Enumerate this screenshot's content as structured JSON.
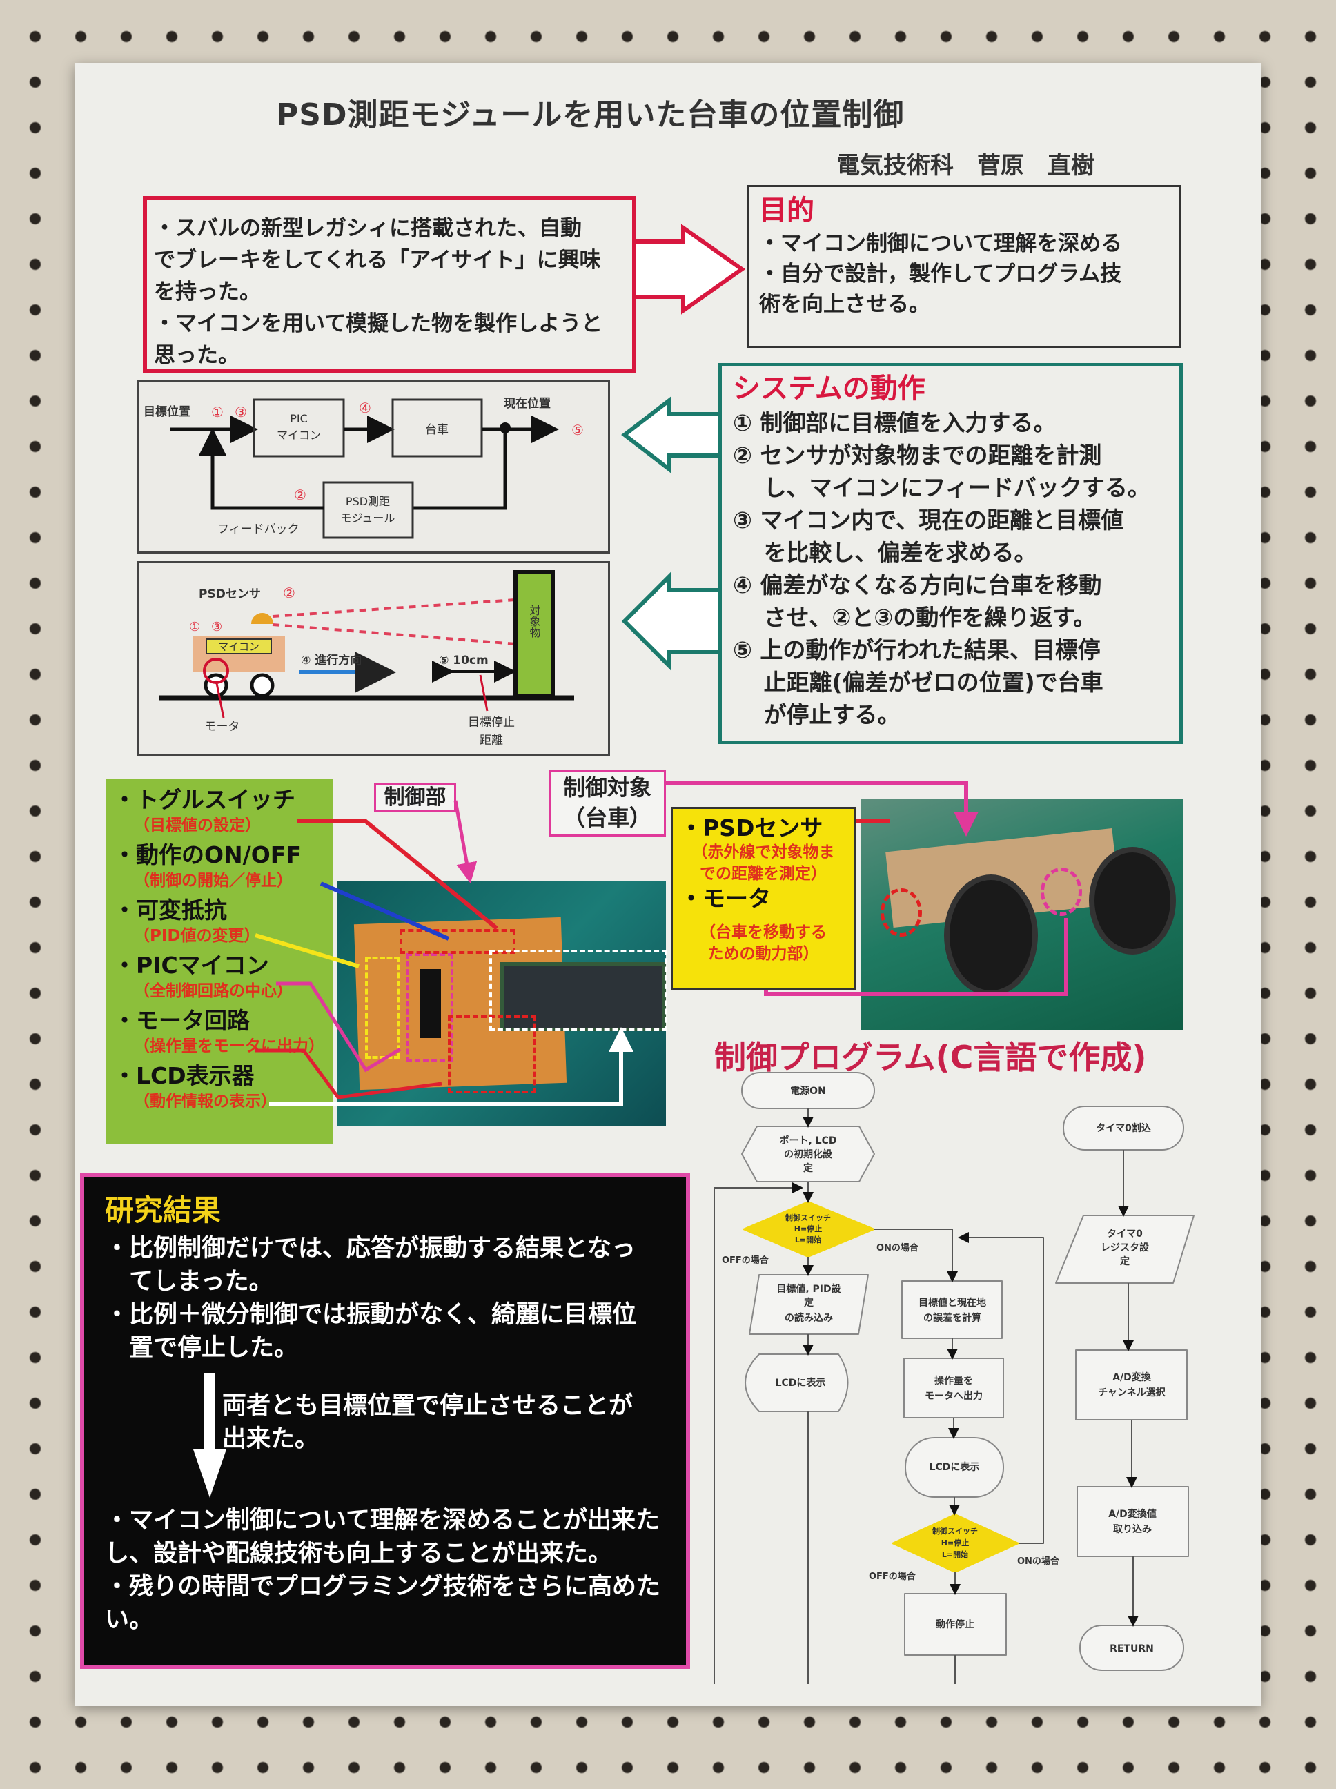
{
  "title": "PSD測距モジュールを用いた台車の位置制御",
  "author": "電気技術科　菅原　直樹",
  "intro": {
    "lines": [
      "・スバルの新型レガシィに搭載された、自動",
      "でブレーキをしてくれる「アイサイト」に興味",
      "を持った。",
      "・マイコンを用いて模擬した物を製作しようと",
      "思った。"
    ]
  },
  "purpose": {
    "heading": "目的",
    "lines": [
      "・マイコン制御について理解を深める",
      "・自分で設計，製作してプログラム技",
      "術を向上させる。"
    ]
  },
  "block_diagram": {
    "target": "目標位置",
    "n1": "①",
    "n2": "②",
    "n3": "③",
    "n4": "④",
    "n5": "⑤",
    "pic": [
      "PIC",
      "マイコン"
    ],
    "cart": "台車",
    "current": "現在位置",
    "psd": [
      "PSD測距",
      "モジュール"
    ],
    "feedback": "フィードバック"
  },
  "cart_diagram": {
    "sensor": "PSDセンサ",
    "n1": "①",
    "n2": "②",
    "n3": "③",
    "micon": "マイコン",
    "direction": "④ 進行方向",
    "distance": "⑤ 10cm",
    "object": "対象物",
    "motor": "モータ",
    "stop": [
      "目標停止",
      "距離"
    ]
  },
  "system": {
    "heading": "システムの動作",
    "lines": [
      "① 制御部に目標値を入力する。",
      "② センサが対象物までの距離を計測",
      "　 し、マイコンにフィードバックする。",
      "③ マイコン内で、現在の距離と目標値",
      "　 を比較し、偏差を求める。",
      "④ 偏差がなくなる方向に台車を移動",
      "　 させ、②と③の動作を繰り返す。",
      "⑤ 上の動作が行われた結果、目標停",
      "　 止距離(偏差がゼロの位置)で台車",
      "　 が停止する。"
    ]
  },
  "components": [
    {
      "label": "・トグルスイッチ",
      "sub": "（目標値の設定）"
    },
    {
      "label": "・動作のON/OFF",
      "sub": "（制御の開始／停止）"
    },
    {
      "label": "・可変抵抗",
      "sub": "（PID値の変更）"
    },
    {
      "label": "・PICマイコン",
      "sub": "（全制御回路の中心）"
    },
    {
      "label": "・モータ回路",
      "sub": "（操作量をモータに出力）"
    },
    {
      "label": "・LCD表示器",
      "sub": "（動作情報の表示）"
    }
  ],
  "control_unit_label": "制御部",
  "control_target": [
    "制御対象",
    "（台車）"
  ],
  "cart_parts": {
    "sensor": "・PSDセンサ",
    "sensor_sub": [
      "（赤外線で対象物ま",
      "での距離を測定）"
    ],
    "motor": "・モータ",
    "motor_sub": [
      "（台車を移動する",
      "ための動力部）"
    ]
  },
  "program_title": "制御プログラム(C言語で作成)",
  "flowchart": {
    "power_on": "電源ON",
    "init": [
      "ポート, LCD",
      "の初期化設",
      "定"
    ],
    "switch1": [
      "制御スイッチ",
      "H=停止",
      "L=開始"
    ],
    "off1": "OFFの場合",
    "on1": "ONの場合",
    "read": [
      "目標値, PID設",
      "定",
      "の読み込み"
    ],
    "lcd1": "LCDに表示",
    "calc": [
      "目標値と現在地",
      "の誤差を計算"
    ],
    "output": [
      "操作量を",
      "モータへ出力"
    ],
    "lcd2": "LCDに表示",
    "switch2": [
      "制御スイッチ",
      "H=停止",
      "L=開始"
    ],
    "off2": "OFFの場合",
    "on2": "ONの場合",
    "stop": "動作停止",
    "timer_int": "タイマ0割込",
    "timer_reg": [
      "タイマ0",
      "レジスタ設",
      "定"
    ],
    "ad_ch": [
      "A/D変換",
      "チャンネル選択"
    ],
    "ad_val": [
      "A/D変換値",
      "取り込み"
    ],
    "return": "RETURN"
  },
  "results": {
    "heading": "研究結果",
    "lines": [
      "・比例制御だけでは、応答が振動する結果となっ",
      "　てしまった。",
      "・比例＋微分制御では振動がなく、綺麗に目標位",
      "　置で停止した。"
    ],
    "middle": [
      "両者とも目標位置で停止させることが",
      "出来た。"
    ],
    "conclusion": [
      "・マイコン制御について理解を深めることが出来た",
      "し、設計や配線技術も向上することが出来た。",
      "・残りの時間でプログラミング技術をさらに高めた",
      "い。"
    ]
  }
}
